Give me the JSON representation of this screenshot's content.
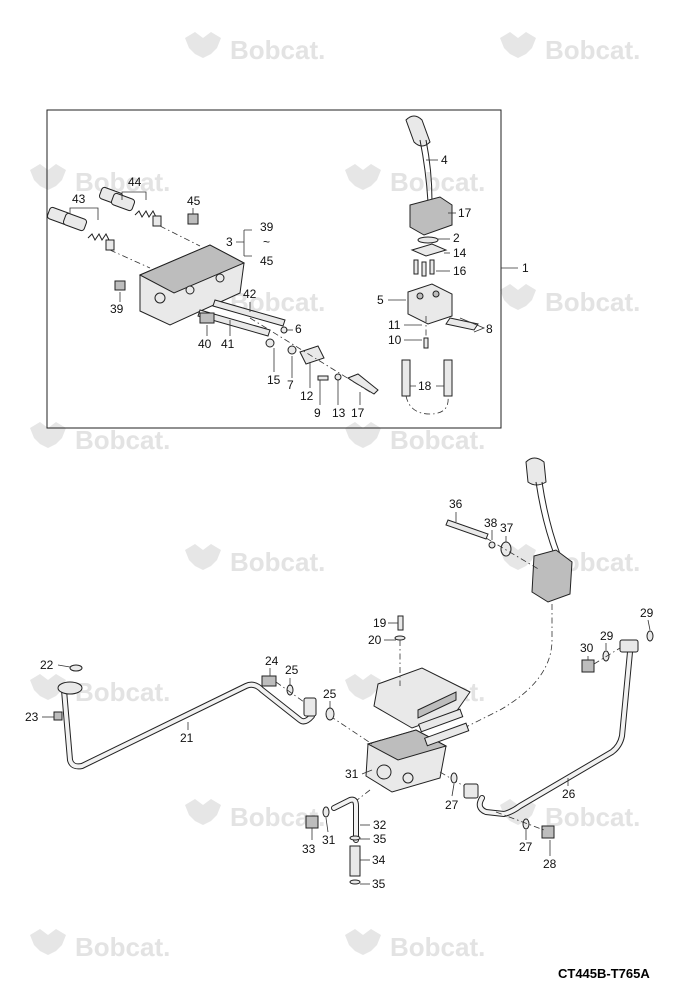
{
  "watermark": {
    "brand_text": "Bobcat.",
    "logo_icon": "bobcat-head-logo-icon"
  },
  "drawing_code": "CT445B-T765A",
  "callouts": {
    "c1": "1",
    "c2": "2",
    "c3": "3",
    "c4": "4",
    "c5": "5",
    "c6": "6",
    "c7": "7",
    "c8": "8",
    "c9": "9",
    "c10": "10",
    "c11": "11",
    "c12": "12",
    "c13": "13",
    "c14": "14",
    "c15": "15",
    "c16": "16",
    "c17": "17",
    "c18": "18",
    "c19": "19",
    "c20": "20",
    "c21": "21",
    "c22": "22",
    "c23": "23",
    "c24": "24",
    "c25": "25",
    "c26": "26",
    "c27": "27",
    "c28": "28",
    "c29": "29",
    "c30": "30",
    "c31": "31",
    "c32": "32",
    "c33": "33",
    "c34": "34",
    "c35": "35",
    "c36": "36",
    "c37": "37",
    "c38": "38",
    "c39": "39",
    "c40": "40",
    "c41": "41",
    "c42": "42",
    "c43": "43",
    "c44": "44",
    "c45": "45",
    "range_from": "39",
    "range_sep": "~",
    "range_to": "45"
  },
  "colors": {
    "line": "#222222",
    "watermark": "#e3e3e3",
    "part_fill": "#e9e9e9"
  }
}
